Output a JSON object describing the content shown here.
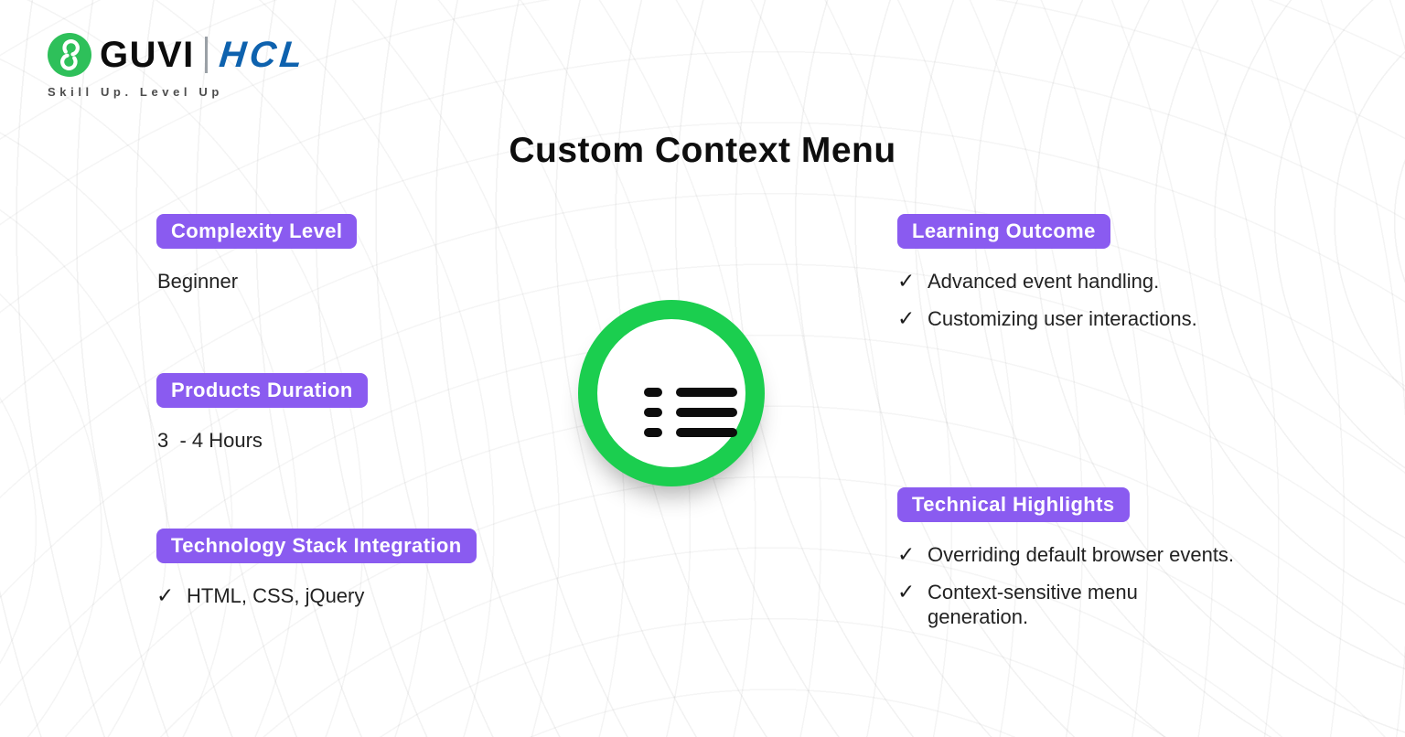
{
  "brand": {
    "guvi": "GUVI",
    "hcl": "HCL",
    "tagline": "Skill Up. Level Up",
    "guvi_green": "#2EC05A",
    "hcl_blue": "#0E62AE"
  },
  "title": "Custom Context Menu",
  "accent_purple": "#8A5BF0",
  "check_glyph": "✓",
  "emblem": {
    "icon": "context-menu-list-icon",
    "ring_color": "#1BCE4F"
  },
  "sections": {
    "left": [
      {
        "badge": "Complexity Level",
        "items": [
          {
            "text": "Beginner",
            "check": false
          }
        ]
      },
      {
        "badge": "Products Duration",
        "items": [
          {
            "text": "3  - 4 Hours",
            "check": false
          }
        ]
      },
      {
        "badge": "Technology Stack Integration",
        "items": [
          {
            "text": "HTML, CSS, jQuery",
            "check": true
          }
        ]
      }
    ],
    "right": [
      {
        "badge": "Learning Outcome",
        "items": [
          {
            "text": "Advanced event handling.",
            "check": true
          },
          {
            "text": "Customizing user interactions.",
            "check": true
          }
        ]
      },
      {
        "badge": "Technical Highlights",
        "items": [
          {
            "text": "Overriding default browser events.",
            "check": true
          },
          {
            "text": "Context-sensitive menu\ngeneration.",
            "check": true
          }
        ]
      }
    ]
  }
}
